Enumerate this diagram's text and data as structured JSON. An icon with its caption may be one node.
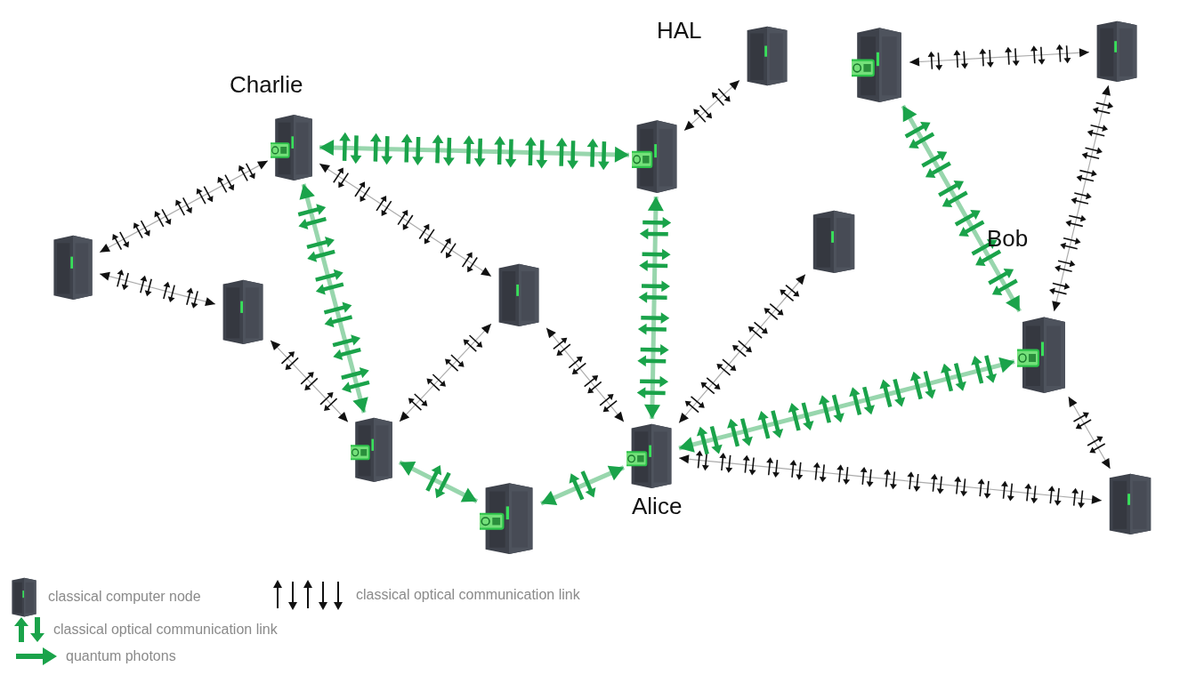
{
  "diagram": {
    "nodes": [
      {
        "text": [
          "Charlie"
        ]
      },
      {
        "text": [],
        "shape": "picture"
      },
      {
        "text": [
          "HAL"
        ]
      },
      {
        "text": [],
        "shape": "picture"
      },
      {
        "text": [],
        "shape": "picture"
      },
      {
        "text": [],
        "shape": "picture"
      },
      {
        "text": [],
        "shape": "picture"
      },
      {
        "text": [],
        "shape": "picture"
      },
      {
        "text": [],
        "shape": "picture"
      },
      {
        "text": [
          "Bob"
        ]
      },
      {
        "text": [],
        "shape": "picture"
      },
      {
        "text": [],
        "shape": "picture"
      },
      {
        "text": [
          "Alice"
        ]
      },
      {
        "text": [],
        "shape": "picture"
      }
    ],
    "edges": [
      {
        "from": 5,
        "to": 0,
        "arrow": "both"
      },
      {
        "from": 5,
        "to": 6,
        "arrow": "both"
      },
      {
        "from": 6,
        "to": 10,
        "arrow": "both"
      },
      {
        "from": 0,
        "to": 7,
        "arrow": "both"
      },
      {
        "from": 7,
        "to": 10,
        "arrow": "both"
      },
      {
        "from": 7,
        "to": 12,
        "arrow": "both"
      },
      {
        "from": 1,
        "to": 2,
        "arrow": "both"
      },
      {
        "from": 3,
        "to": 4,
        "arrow": "both"
      },
      {
        "from": 4,
        "to": 9,
        "arrow": "both"
      },
      {
        "from": 9,
        "to": 13,
        "arrow": "both"
      },
      {
        "from": 12,
        "to": 13,
        "arrow": "both"
      },
      {
        "from": 12,
        "to": 8,
        "arrow": "both"
      },
      {
        "from": 0,
        "to": 1,
        "arrow": "both",
        "style": "thick",
        "color": "#1aa34a"
      },
      {
        "from": 0,
        "to": 10,
        "arrow": "both",
        "style": "thick",
        "color": "#1aa34a"
      },
      {
        "from": 1,
        "to": 12,
        "arrow": "both",
        "style": "thick",
        "color": "#1aa34a"
      },
      {
        "from": 10,
        "to": 11,
        "arrow": "both",
        "style": "thick",
        "color": "#1aa34a"
      },
      {
        "from": 11,
        "to": 12,
        "arrow": "both",
        "style": "thick",
        "color": "#1aa34a"
      },
      {
        "from": 3,
        "to": 9,
        "arrow": "both",
        "style": "thick",
        "color": "#1aa34a"
      },
      {
        "from": 12,
        "to": 9,
        "arrow": "both",
        "style": "thick",
        "color": "#1aa34a"
      }
    ],
    "legend": [
      {
        "text": "classical computer node"
      },
      {
        "text": "classical optical communication link"
      },
      {
        "text": "classical optical communication link"
      },
      {
        "text": "quantum photons"
      }
    ]
  }
}
